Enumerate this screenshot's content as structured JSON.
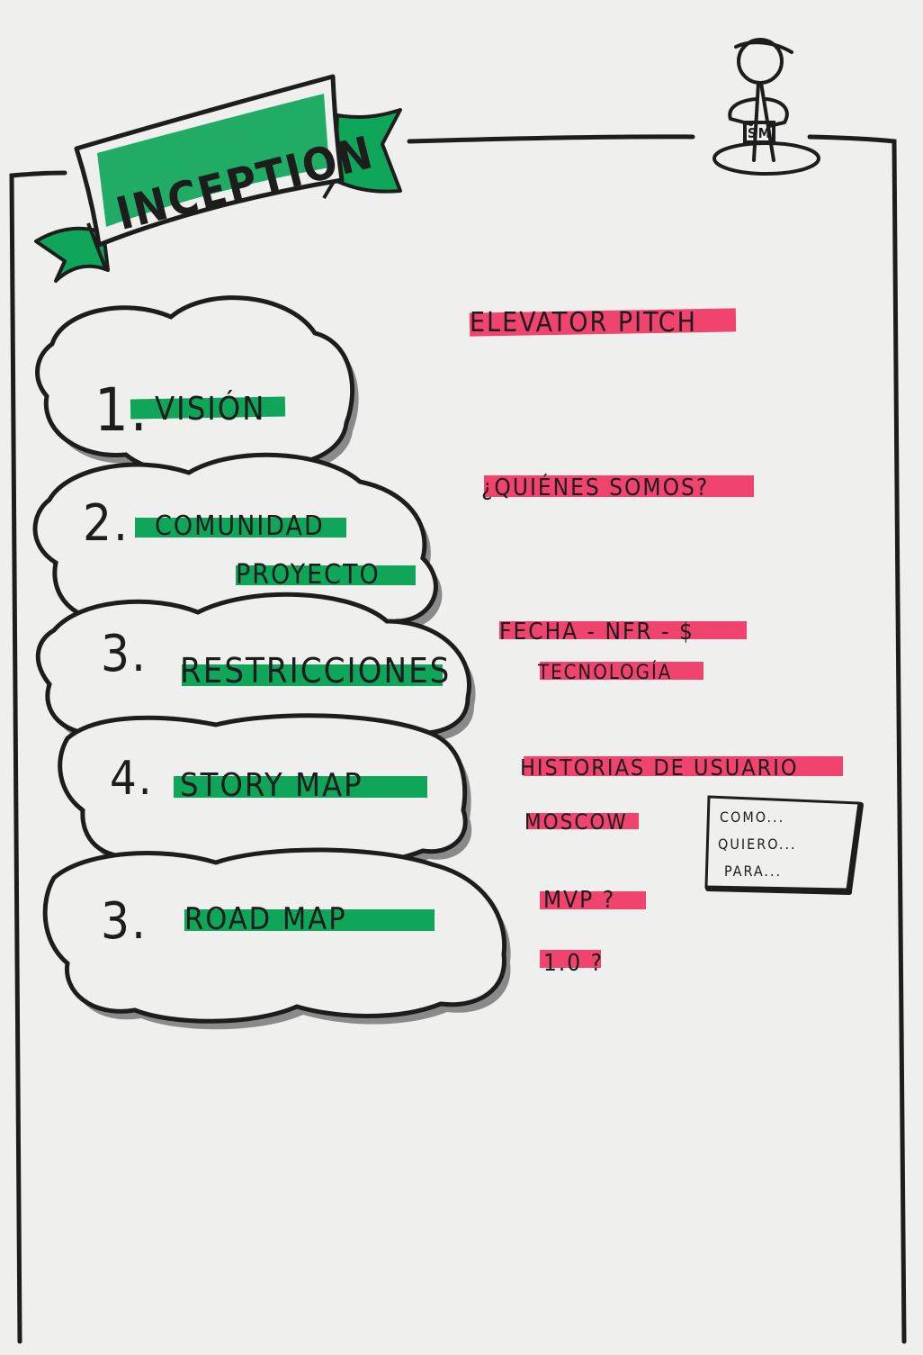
{
  "banner": {
    "title": "Inception"
  },
  "figure": {
    "badge": "SM"
  },
  "steps": [
    {
      "number": "1.",
      "label": "Visión"
    },
    {
      "number": "2.",
      "label": "Comunidad",
      "label2": "Proyecto"
    },
    {
      "number": "3.",
      "label": "Restricciones"
    },
    {
      "number": "4.",
      "label": "Story Map"
    },
    {
      "number": "3.",
      "label": "Road Map"
    }
  ],
  "notes": {
    "vision": "Elevator pitch",
    "comunidad": "¿Quiénes somos?",
    "restricciones_line1": "Fecha - NFR - $",
    "restricciones_line2": "Tecnología",
    "storymap_line1": "Historias de usuario",
    "storymap_line2": "Moscow",
    "roadmap_line1": "MVP ?",
    "roadmap_line2": "1.0 ?"
  },
  "user_story_box": {
    "line1": "Como...",
    "line2": "Quiero...",
    "line3": "Para..."
  },
  "colors": {
    "green_highlight": "#0fa65a",
    "pink_highlight": "#f0436e",
    "ink": "#1d1d1d",
    "paper": "#efefed",
    "shadow": "#8a8a8a"
  }
}
